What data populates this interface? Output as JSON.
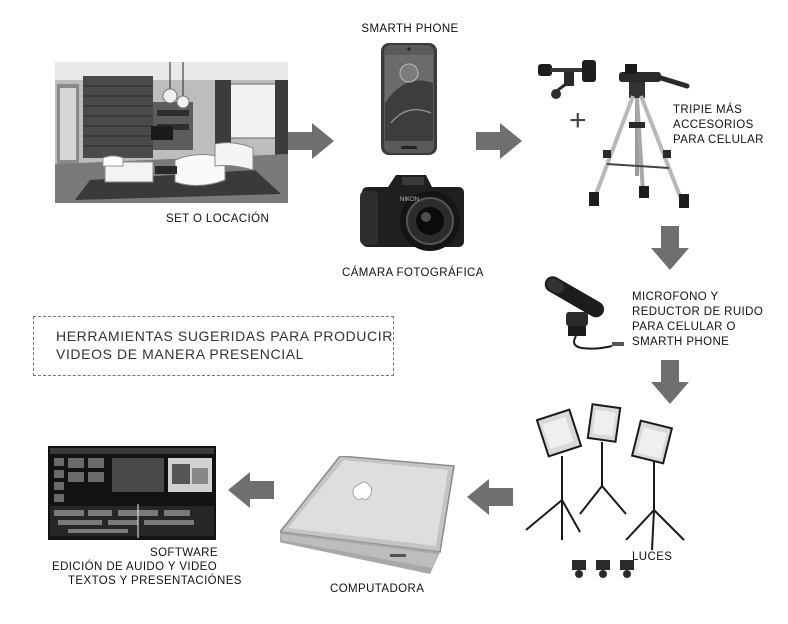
{
  "diagram": {
    "note": {
      "line1": "HERRAMIENTAS SUGERIDAS PARA PRODUCIR",
      "line2": "VIDEOS DE MANERA PRESENCIAL"
    },
    "nodes": {
      "set": {
        "label": "SET O LOCACIÓN",
        "icon": "living-room-photo"
      },
      "phone": {
        "label": "SMARTH PHONE",
        "icon": "smartphone-icon"
      },
      "camera": {
        "label": "CÁMARA FOTOGRÁFICA",
        "icon": "dslr-camera-icon"
      },
      "tripod": {
        "lines": [
          "TRIPIE MÁS",
          "ACCESORIOS",
          "PARA CELULAR"
        ],
        "plus": "+",
        "icon": "tripod-icon"
      },
      "mic": {
        "lines": [
          "MICROFONO  Y",
          "REDUCTOR DE RUIDO",
          "PARA CELULAR O",
          "SMARTH PHONE"
        ],
        "icon": "microphone-icon"
      },
      "lights": {
        "label": "LUCES",
        "icon": "studio-lights-icon"
      },
      "computer": {
        "label": "COMPUTADORA",
        "icon": "laptop-icon"
      },
      "software": {
        "lines": [
          "SOFTWARE",
          "EDICIÓN DE AUIDO  Y VIDEO",
          "TEXTOS Y PRESENTACIÓNES"
        ],
        "icon": "video-editor-screen-icon"
      }
    },
    "arrow_color": "#6f6f6f"
  }
}
